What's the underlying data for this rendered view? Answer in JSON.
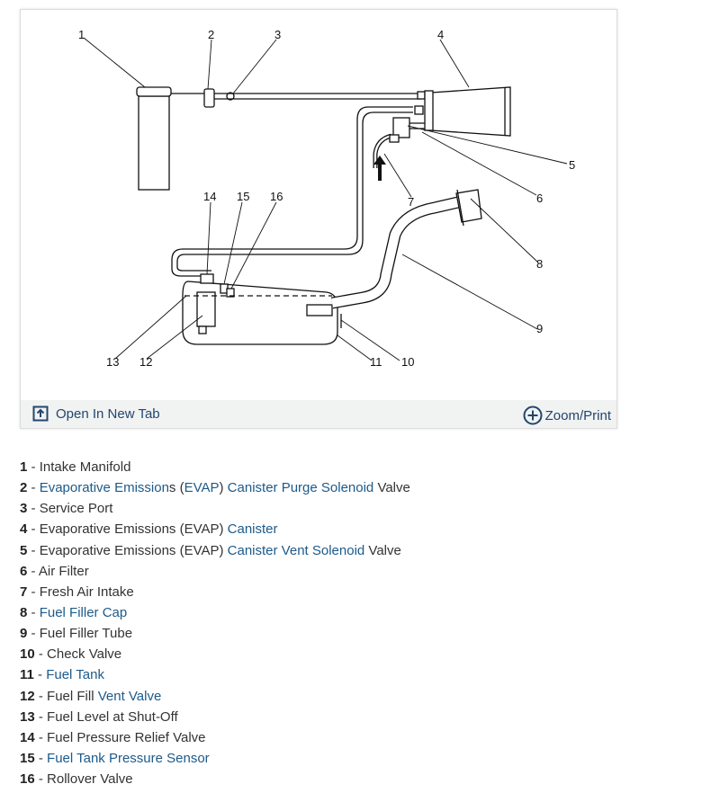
{
  "figure": {
    "callout_numbers": [
      "1",
      "2",
      "3",
      "4",
      "5",
      "6",
      "7",
      "8",
      "9",
      "10",
      "11",
      "12",
      "13",
      "14",
      "15",
      "16"
    ]
  },
  "toolbar": {
    "open_label": "Open In New Tab",
    "zoom_label": "Zoom/Print",
    "open_icon": "open-new-tab-icon",
    "zoom_icon": "plus-circle-icon",
    "link_color": "#22466e"
  },
  "legend": [
    {
      "num": "1",
      "sep": " - ",
      "parts": [
        {
          "t": "Intake Manifold",
          "link": false
        }
      ]
    },
    {
      "num": "2",
      "sep": " - ",
      "parts": [
        {
          "t": "Evaporative Emission",
          "link": true
        },
        {
          "t": "s",
          "link": false
        },
        {
          "t": " (",
          "link": false
        },
        {
          "t": "EVAP",
          "link": true
        },
        {
          "t": ") ",
          "link": false
        },
        {
          "t": "Canister Purge Solenoid",
          "link": true
        },
        {
          "t": " Valve",
          "link": false
        }
      ]
    },
    {
      "num": "3",
      "sep": " - ",
      "parts": [
        {
          "t": "Service Port",
          "link": false
        }
      ]
    },
    {
      "num": "4",
      "sep": " - ",
      "parts": [
        {
          "t": "Evaporative Emissions (EVAP) ",
          "link": false
        },
        {
          "t": "Canister",
          "link": true
        }
      ]
    },
    {
      "num": "5",
      "sep": " - ",
      "parts": [
        {
          "t": "Evaporative Emissions (EVAP) ",
          "link": false
        },
        {
          "t": "Canister Vent Solenoid",
          "link": true
        },
        {
          "t": " Valve",
          "link": false
        }
      ]
    },
    {
      "num": "6",
      "sep": " - ",
      "parts": [
        {
          "t": "Air Filter",
          "link": false
        }
      ]
    },
    {
      "num": "7",
      "sep": " - ",
      "parts": [
        {
          "t": "Fresh Air Intake",
          "link": false
        }
      ]
    },
    {
      "num": "8",
      "sep": " - ",
      "parts": [
        {
          "t": "Fuel Filler Cap",
          "link": true
        }
      ]
    },
    {
      "num": "9",
      "sep": " - ",
      "parts": [
        {
          "t": "Fuel Filler Tube",
          "link": false
        }
      ]
    },
    {
      "num": "10",
      "sep": " - ",
      "parts": [
        {
          "t": "Check Valve",
          "link": false
        }
      ]
    },
    {
      "num": "11",
      "sep": " - ",
      "parts": [
        {
          "t": "Fuel Tank",
          "link": true
        }
      ]
    },
    {
      "num": "12",
      "sep": " - ",
      "parts": [
        {
          "t": "Fuel Fill ",
          "link": false
        },
        {
          "t": "Vent Valve",
          "link": true
        }
      ]
    },
    {
      "num": "13",
      "sep": " - ",
      "parts": [
        {
          "t": "Fuel Level at Shut-Off",
          "link": false
        }
      ]
    },
    {
      "num": "14",
      "sep": " - ",
      "parts": [
        {
          "t": "Fuel Pressure Relief Valve",
          "link": false
        }
      ]
    },
    {
      "num": "15",
      "sep": " - ",
      "parts": [
        {
          "t": "Fuel Tank Pressure Sensor",
          "link": true
        }
      ]
    },
    {
      "num": "16",
      "sep": " - ",
      "parts": [
        {
          "t": "Rollover Valve",
          "link": false
        }
      ]
    }
  ],
  "colors": {
    "link": "#1d5a8a",
    "text": "#333333",
    "toolbar_bg": "#f1f2f2"
  }
}
